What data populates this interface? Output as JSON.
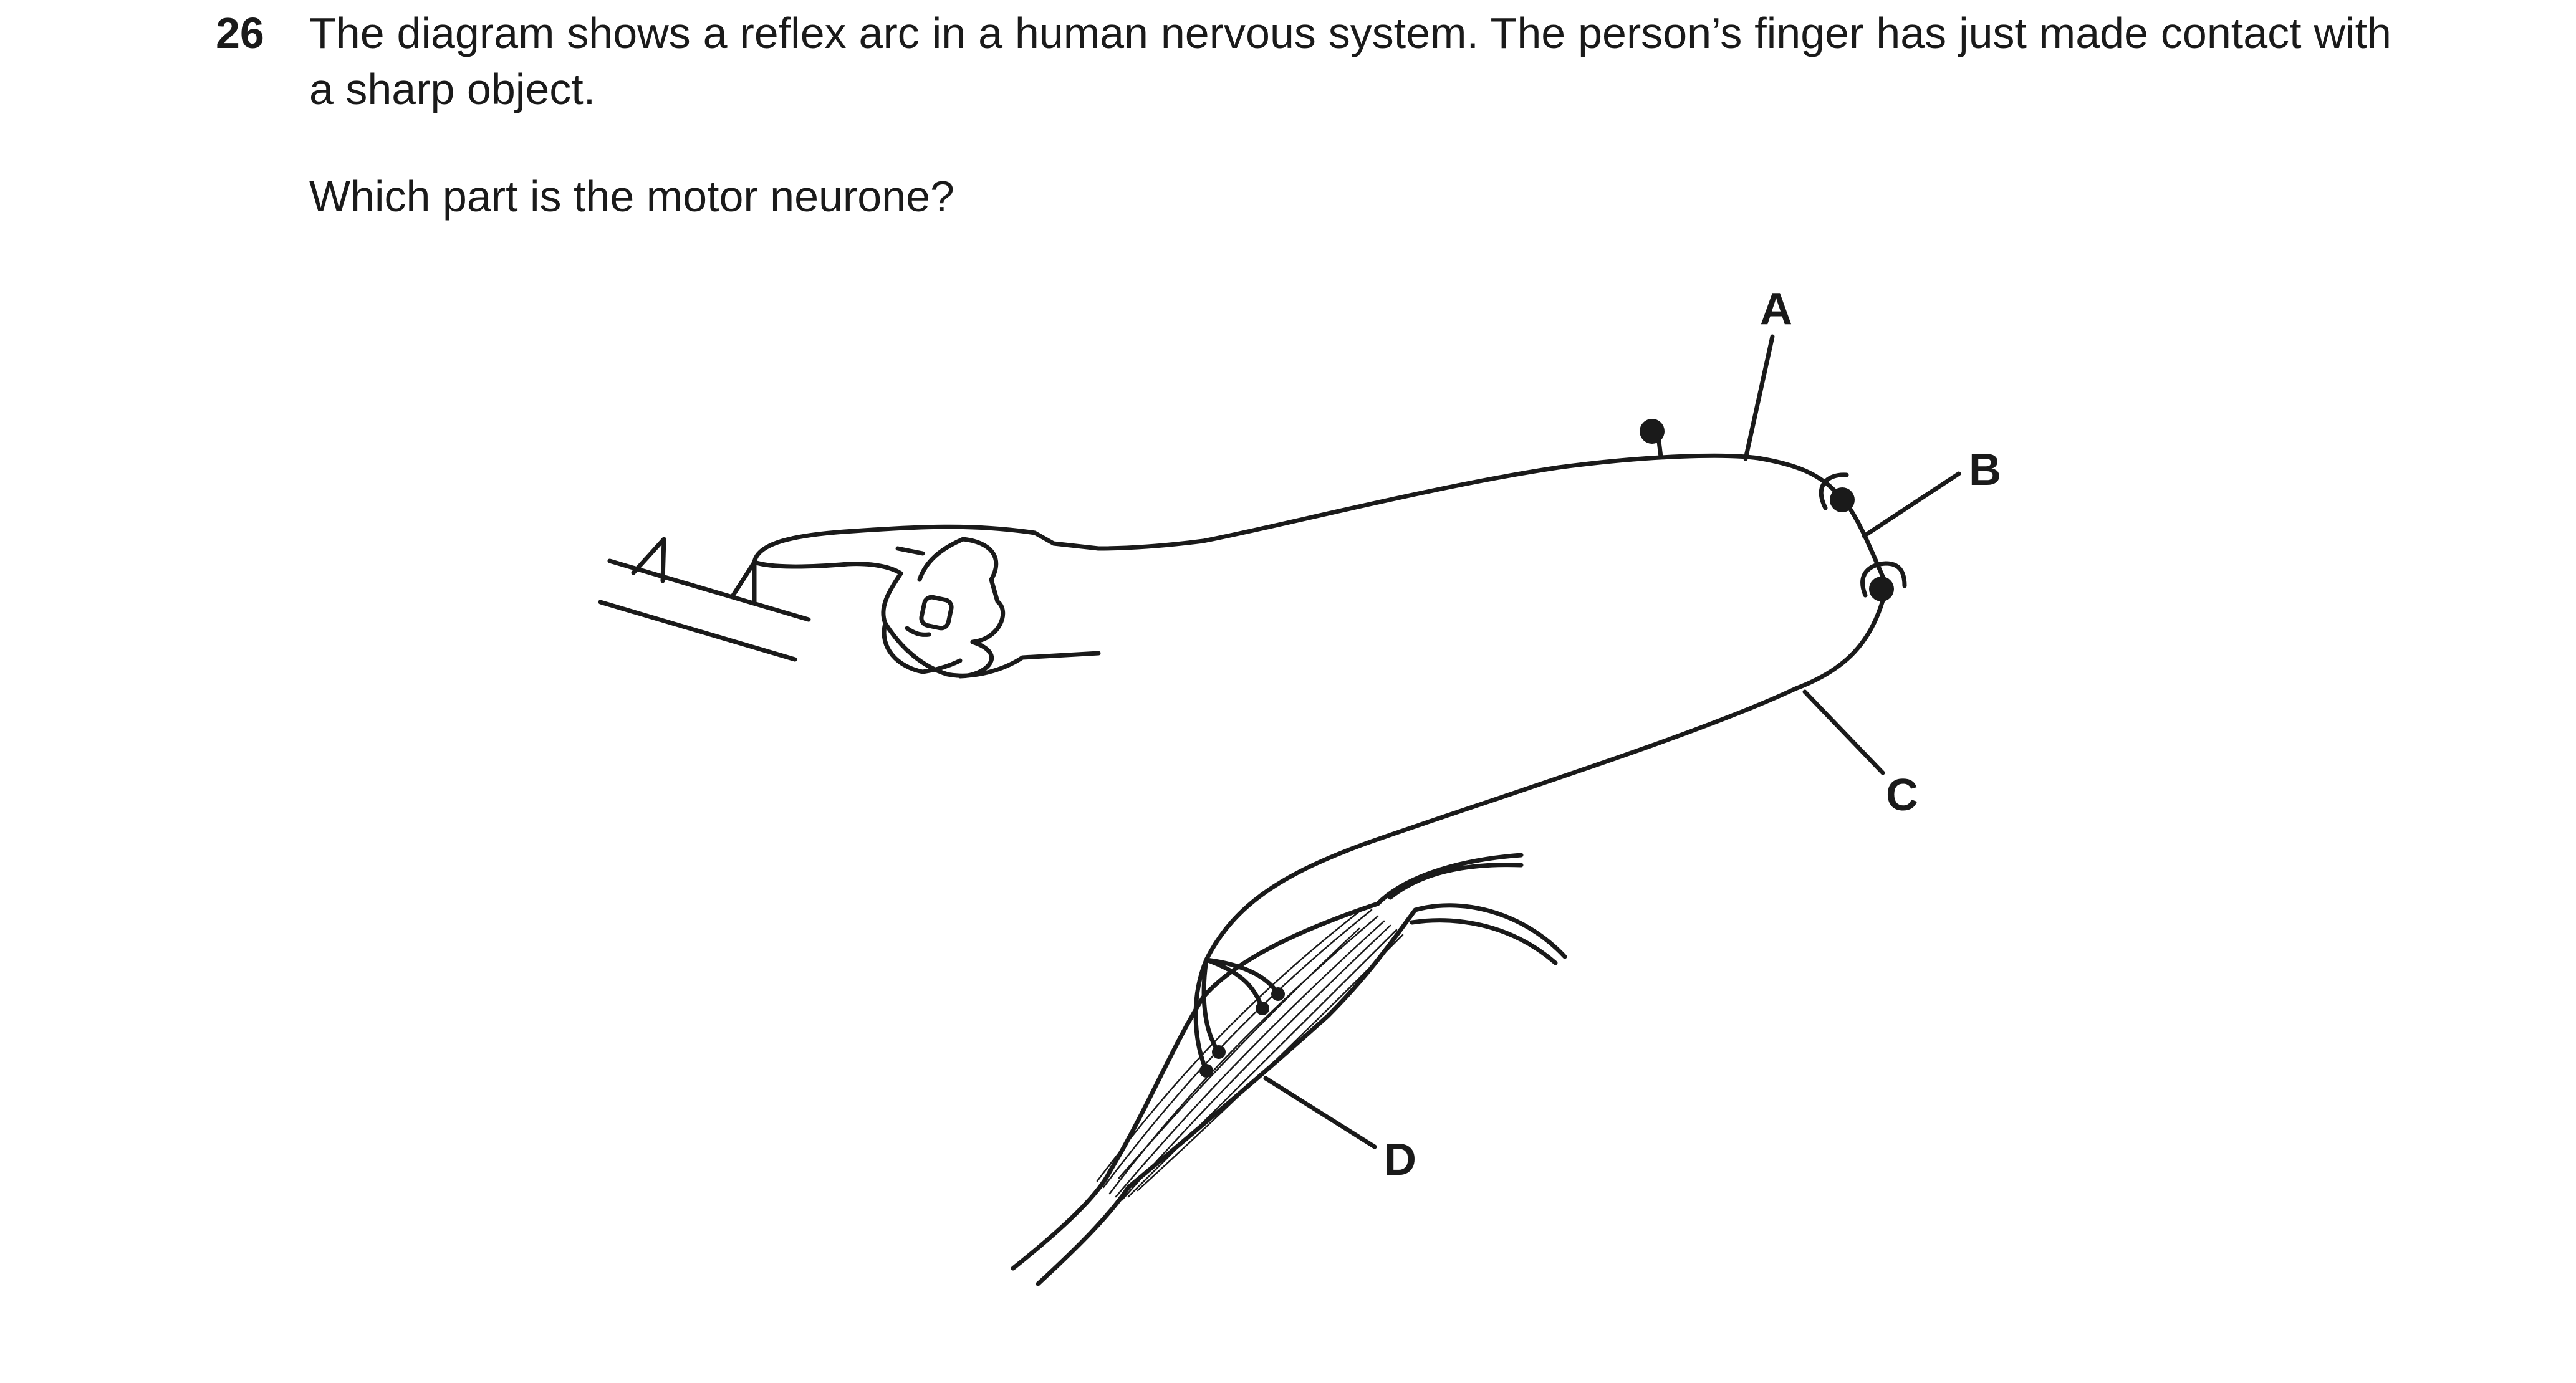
{
  "question": {
    "number": "26",
    "text": "The diagram shows a reflex arc in a human nervous system. The person’s finger has just made contact with a sharp object.",
    "prompt": "Which part is the motor neurone?"
  },
  "diagram": {
    "labels": {
      "a": "A",
      "b": "B",
      "c": "C",
      "d": "D"
    },
    "colors": {
      "ink": "#1a1a1a",
      "paper": "#ffffff"
    }
  }
}
